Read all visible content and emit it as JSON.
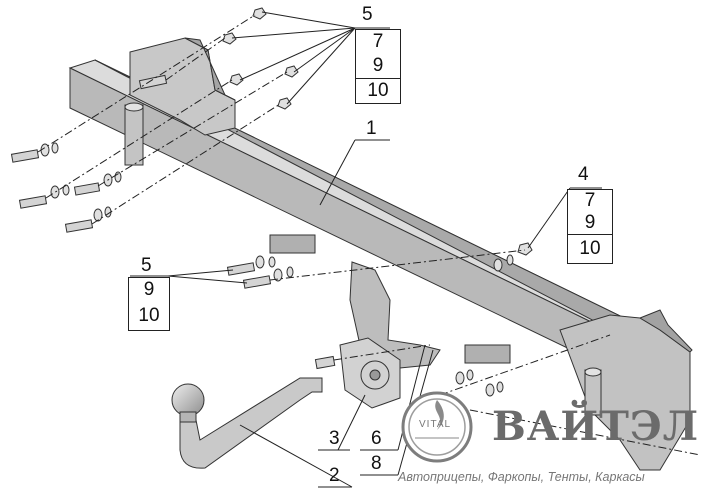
{
  "callouts": {
    "group_top_right": [
      "5",
      "7",
      "9",
      "10"
    ],
    "group_right": [
      "4",
      "7",
      "9",
      "10"
    ],
    "group_left": [
      "5",
      "9",
      "10"
    ],
    "label_1": "1",
    "label_2": "2",
    "label_3": "3",
    "label_6": "6",
    "label_8": "8"
  },
  "brand": {
    "name": "ВАЙТЭЛ",
    "logo_text": "VITAL",
    "tagline": "Автоприцепы, Фаркопы, Тенты, Каркасы"
  },
  "colors": {
    "metal": "#cfcfcf",
    "metal_dark": "#9c9c9c",
    "line": "#222222"
  }
}
